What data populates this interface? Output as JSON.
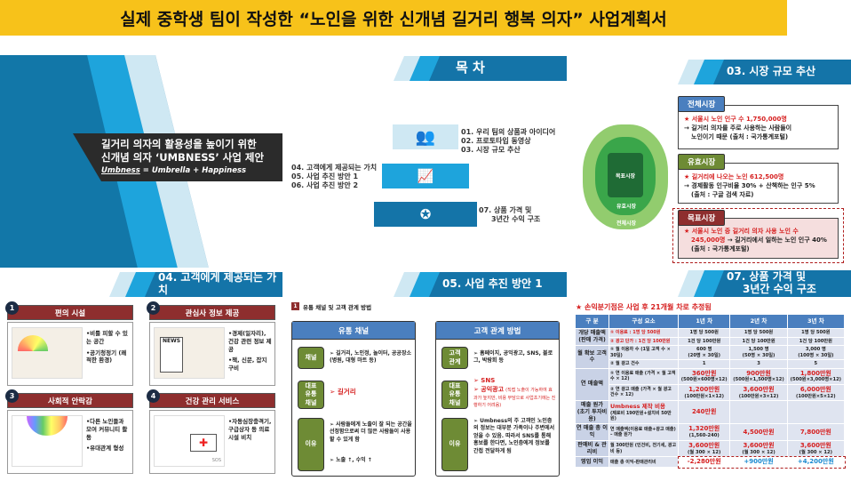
{
  "banner": {
    "title": "실제 중학생 팀이 작성한 “노인을 위한 신개념 길거리 행복 의자” 사업계획서"
  },
  "cover": {
    "line1": "길거리 의자의 활용성을 높이기 위한",
    "line2": "신개념 의자 ‘UMBNESS’ 사업 제안",
    "sub_word": "Umbness",
    "sub_rest": " = Umbrella + Happiness"
  },
  "toc": {
    "title": "목  차",
    "group1": [
      "01. 우리 팀의 상품과 아이디어",
      "02. 프로토타입 동영상",
      "03. 시장 규모 추산"
    ],
    "group2": [
      "04. 고객에게 제공되는 가치",
      "05. 사업 추진 방안 1",
      "06. 사업 추진 방안 2"
    ],
    "group3": [
      "07. 상품 가격 및",
      "3년간 수익 구조"
    ],
    "icons": [
      "people-icon",
      "growth-chart-icon",
      "award-badge-icon"
    ]
  },
  "market": {
    "title": "03. 시장 규모 추산",
    "diagram": {
      "inner": "목표시장",
      "middle": "유효시장",
      "outer": "전체시장"
    },
    "boxes": [
      {
        "tag": "전체시장",
        "color": "#4a7fbf",
        "headline": "★ 서울시 노인 인구 수 1,750,000명",
        "lines": [
          "→ 길거리 의자를 주로 사용하는 사람들이",
          "노인이기 때문 (출처 : 국가통계포털)"
        ]
      },
      {
        "tag": "유효시장",
        "color": "#6e8b35",
        "headline": "★ 길거리에 나오는 노인 612,500명",
        "lines": [
          "→ 경제활동 인구비율 30% + 산책하는 인구 5%",
          "(출처 : 구글 검색 자료)"
        ]
      },
      {
        "tag": "목표시장",
        "color": "#8e2e2e",
        "headline": "★ 서울시 노인 중 길거리 의자 사용 노인 수",
        "headline2": "245,000명",
        "lines": [
          "→ 길거리에서 일하는 노인 인구 40%",
          "(출처 : 국가통계포털)"
        ]
      }
    ]
  },
  "values": {
    "title": "04. 고객에게 제공되는 가치",
    "items": [
      {
        "num": "1",
        "title": "편의 시설",
        "bullets": [
          "•비를 피할 수 있는 공간",
          "•공기청정기 (쾌적한 환경)"
        ]
      },
      {
        "num": "2",
        "title": "관심사 정보 제공",
        "bullets": [
          "•경제(일자리), 건강 관련 정보 제공",
          "•책, 신문, 잡지 구비"
        ]
      },
      {
        "num": "3",
        "title": "사회적 안락감",
        "bullets": [
          "•다른 노인들과 모여 커뮤니티 활동",
          "•유대관계 형성"
        ]
      },
      {
        "num": "4",
        "title": "건강 관리 서비스",
        "bullets": [
          "•자동심장충격기, 구급상자 등 의료 시설 비치"
        ]
      }
    ],
    "image_labels": [
      "NEWS",
      "SOS"
    ]
  },
  "plan": {
    "title": "05. 사업 추진 방안 1",
    "section_num": "1",
    "section_label": "유통 채널 및 고객 관계 방법",
    "left": {
      "header": "유통 채널",
      "rows": [
        {
          "label": "채널",
          "text": "➢ 길거리, 노인정, 놀이터, 공공장소(병원, 대형 마트 등)"
        },
        {
          "label": "대표 유통 채널",
          "text": "➢ 길거리"
        },
        {
          "label": "이유",
          "text": "➢ 사람들에게 노출이 잘 되는 공간을 선정함으로써 더 많은 사람들이 사용할 수 있게 함",
          "text2": "➢ 노출 ↑, 수익 ↑"
        }
      ]
    },
    "right": {
      "header": "고객 관계 방법",
      "rows": [
        {
          "label": "고객 관계",
          "text": "➢ 홈페이지, 공익광고, SNS, 블로그, 박람회 등"
        },
        {
          "label": "대표 유통 채널",
          "text": "➢ SNS",
          "text2": "➢ 공익광고",
          "note": "(직접 노출이 가능하여 효과가 높지만, 비용 부담으로 사업초기에는 진행하기 어려움)"
        },
        {
          "label": "이유",
          "text": "➢ Umbness의 주 고객인 노인층의 정보는 대부분 가족이나 주변에서 얻을 수 있음. 따라서 SNS를 통해 홍보를 한다면, 노인층에게 정보를 간접 전달하게 됨"
        }
      ]
    }
  },
  "revenue": {
    "title_line1": "07. 상품 가격 및",
    "title_line2": "3년간 수익 구조",
    "note": "★ 손익분기점은 사업 후 21개월 차로 추정됨",
    "headers": [
      "구 분",
      "구성 요소",
      "1년 차",
      "2년 차",
      "3년 차"
    ],
    "rows": [
      {
        "label": "개당 매출액 (판매 가격)",
        "span": 2,
        "comp": "① 이용료 : 1명 당 500원",
        "red": true,
        "vals": [
          [
            "1명 당 500원"
          ],
          [
            "1명 당 500원"
          ],
          [
            "1명 당 500원"
          ]
        ]
      },
      {
        "comp": "② 광고 단가 : 1건 당 100만원",
        "red": true,
        "vals": [
          [
            "1건 당 100만원"
          ],
          [
            "1건 당 100만원"
          ],
          [
            "1건 당 100만원"
          ]
        ]
      },
      {
        "label": "월 확보 고객 수",
        "span": 2,
        "comp": "① 월 이용자 수 (1일 고객 수 × 30일)",
        "vals": [
          [
            "600 명",
            "(20명 × 30일)"
          ],
          [
            "1,500 명",
            "(50명 × 30일)"
          ],
          [
            "3,000 명",
            "(100명 × 30일)"
          ]
        ]
      },
      {
        "comp": "② 월 광고 건수",
        "vals": [
          [
            "1"
          ],
          [
            "3"
          ],
          [
            "5"
          ]
        ]
      },
      {
        "label": "연 매출액",
        "span": 2,
        "comp": "① 연 이용료 매출 (가격 × 월 고객 수 × 12)",
        "vals": [
          [
            "360만원",
            "(500원×600명×12)"
          ],
          [
            "900만원",
            "(500원×1,500명×12)"
          ],
          [
            "1,800만원",
            "(500원×3,000명×12)"
          ]
        ],
        "bigred": true
      },
      {
        "comp": "② 연 광고 매출 (가격 × 월 광고 건수 × 12)",
        "vals": [
          [
            "1,200만원",
            "(100만원×1×12)"
          ],
          [
            "3,600만원",
            "(100만원×3×12)"
          ],
          [
            "6,000만원",
            "(100만원×5×12)"
          ]
        ],
        "bigred": true
      },
      {
        "label": "매출 원가 (초기 투자비용)",
        "span": 1,
        "comp": "Umbness 제작 비용",
        "comp2": "(제로비 190만원+설치비 50만원)",
        "vals": [
          [
            "240만원"
          ],
          [
            ""
          ],
          [
            ""
          ]
        ],
        "bigred": true
      },
      {
        "label": "연 매출 총 이익",
        "span": 1,
        "comp": "연 매출액(이용료 매출+광고 매출) – 매출 원가",
        "vals": [
          [
            "1,320만원",
            "(1,560-240)"
          ],
          [
            "4,500만원"
          ],
          [
            "7,800만원"
          ]
        ],
        "bigred": true
      },
      {
        "label": "판매비 & 관리비",
        "span": 1,
        "comp": "월 300만원 (인건비, 전기세, 광고비 등)",
        "vals": [
          [
            "3,600만원",
            "(월 300 × 12)"
          ],
          [
            "3,600만원",
            "(월 300 × 12)"
          ],
          [
            "3,600만원",
            "(월 300 × 12)"
          ]
        ],
        "bigred": true
      },
      {
        "label": "영업 이익",
        "span": 1,
        "comp": "매출 총 이익-판매관리비",
        "vals": [
          [
            "-2,280만원"
          ],
          [
            "+900만원"
          ],
          [
            "+4,200만원"
          ]
        ],
        "bigred": true,
        "last": true
      }
    ]
  }
}
